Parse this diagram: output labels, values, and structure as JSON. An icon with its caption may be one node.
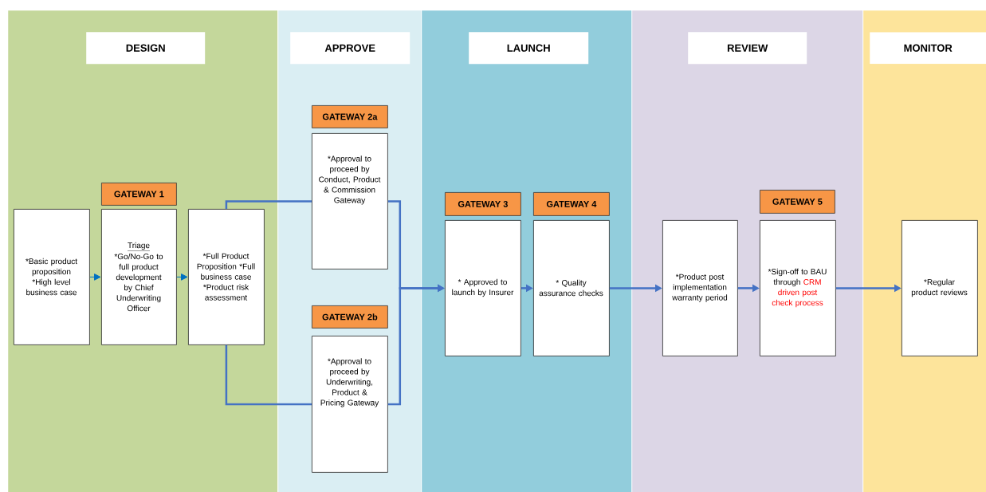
{
  "diagram": {
    "nodes": [
      {
        "text": [
          "DESIGN"
        ]
      },
      {
        "text": [
          "*Basic product proposition *High level business case"
        ],
        "in": 0
      },
      {
        "text": [
          "GATEWAY 1"
        ],
        "in": 0
      },
      {
        "text": [
          "Triage",
          "*Go/No-Go to full product development by Chief Underwriting Officer"
        ],
        "in": 0
      },
      {
        "text": [
          "*Full Product Proposition *Full business case *Product risk assessment"
        ],
        "in": 0
      },
      {
        "text": [
          "APPROVE"
        ]
      },
      {
        "text": [
          "GATEWAY 2a"
        ],
        "in": 5
      },
      {
        "text": [
          "*Approval to proceed by Conduct, Product & Commission Gateway"
        ],
        "in": 5
      },
      {
        "text": [
          "GATEWAY 2b"
        ],
        "in": 5
      },
      {
        "text": [
          "*Approval to proceed by Underwriting, Product & Pricing Gateway"
        ],
        "in": 5
      },
      {
        "text": [
          "LAUNCH"
        ]
      },
      {
        "text": [
          "GATEWAY 3"
        ],
        "in": 10
      },
      {
        "text": [
          "* Approved to launch by Insurer"
        ],
        "in": 10
      },
      {
        "text": [
          "GATEWAY 4"
        ],
        "in": 10
      },
      {
        "text": [
          "* Quality assurance checks"
        ],
        "in": 10
      },
      {
        "text": [
          "REVIEW"
        ]
      },
      {
        "text": [
          "*Product post implementation warranty period"
        ],
        "in": 15
      },
      {
        "text": [
          "GATEWAY 5"
        ],
        "in": 15
      },
      {
        "text": [
          "*Sign-off to BAU through",
          "CRM driven post check process"
        ],
        "in": 15
      },
      {
        "text": [
          "MONITOR"
        ]
      },
      {
        "text": [
          "*Regular product reviews"
        ],
        "in": 19
      }
    ],
    "edges": [
      {
        "from": 1,
        "to": 3,
        "arrow": "to",
        "color": "#0070c0"
      },
      {
        "from": 3,
        "to": 4,
        "arrow": "to",
        "color": "#0070c0"
      },
      {
        "from": 4,
        "to": 7,
        "arrow": "none"
      },
      {
        "from": 4,
        "to": 9,
        "arrow": "none"
      },
      {
        "from": 7,
        "to": 12,
        "arrow": "to"
      },
      {
        "from": 9,
        "to": 12,
        "arrow": "to"
      },
      {
        "from": 12,
        "to": 14,
        "arrow": "to"
      },
      {
        "from": 14,
        "to": 16,
        "arrow": "to"
      },
      {
        "from": 16,
        "to": 18,
        "arrow": "to"
      },
      {
        "from": 18,
        "to": 20,
        "arrow": "to"
      }
    ]
  }
}
